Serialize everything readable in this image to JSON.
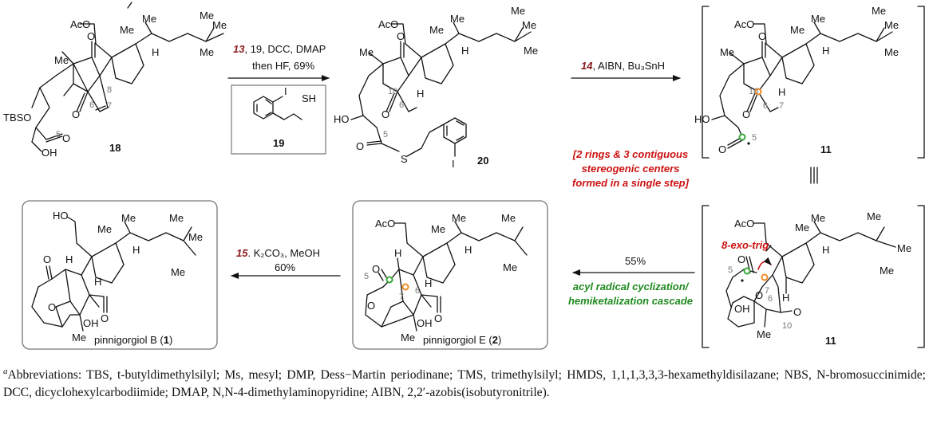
{
  "colors": {
    "red": "#cc1111",
    "darkred": "#8b1a1a",
    "green": "#1f8a1f",
    "orange": "#f08a24",
    "sgreen": "#37a83a"
  },
  "compounds": {
    "c18": "18",
    "c19": "19",
    "c20": "20",
    "c11a": "11",
    "c11b": "11",
    "c2_name": "pinnigorgiol E (",
    "c2_num": "2",
    "c2_close": ")",
    "c1_name": "pinnigorgiol B (",
    "c1_num": "1",
    "c1_close": ")"
  },
  "atoms": {
    "AcO": "AcO",
    "Me": "Me",
    "H": "H",
    "O": "O",
    "OH": "OH",
    "HO": "HO",
    "TBSO": "TBSO",
    "S": "S",
    "I": "I",
    "SH": "SH",
    "n5": "5",
    "n6": "6",
    "n7": "7",
    "n8": "8",
    "n10": "10"
  },
  "steps": {
    "s13_num": "13",
    "s13_rest": ", 19, DCC, DMAP",
    "s13_line2": "then HF, 69%",
    "s14_num": "14",
    "s14_rest": ", AIBN, Bu₃SnH",
    "s55": "55%",
    "s15_num": "15",
    "s15_rest": ". K₂CO₃, MeOH",
    "s15_line2": "60%"
  },
  "annotations": {
    "red_note": [
      "[2 rings & 3 contiguous",
      "stereogenic centers",
      "formed in a single step]"
    ],
    "green_note": [
      "acyl radical cyclization/",
      "hemiketalization cascade"
    ],
    "exo_trig": "8-exo-trig"
  },
  "footnote": {
    "mark": "a",
    "text": "Abbreviations: TBS, t-butyldimethylsilyl; Ms, mesyl; DMP, Dess−Martin periodinane; TMS, trimethylsilyl; HMDS, 1,1,1,3,3,3-hexamethyldisilazane; NBS, N-bromosuccinimide; DCC, dicyclohexylcarbodiimide; DMAP, N,N-4-dimethylaminopyridine; AIBN, 2,2′-azobis(isobutyronitrile)."
  }
}
